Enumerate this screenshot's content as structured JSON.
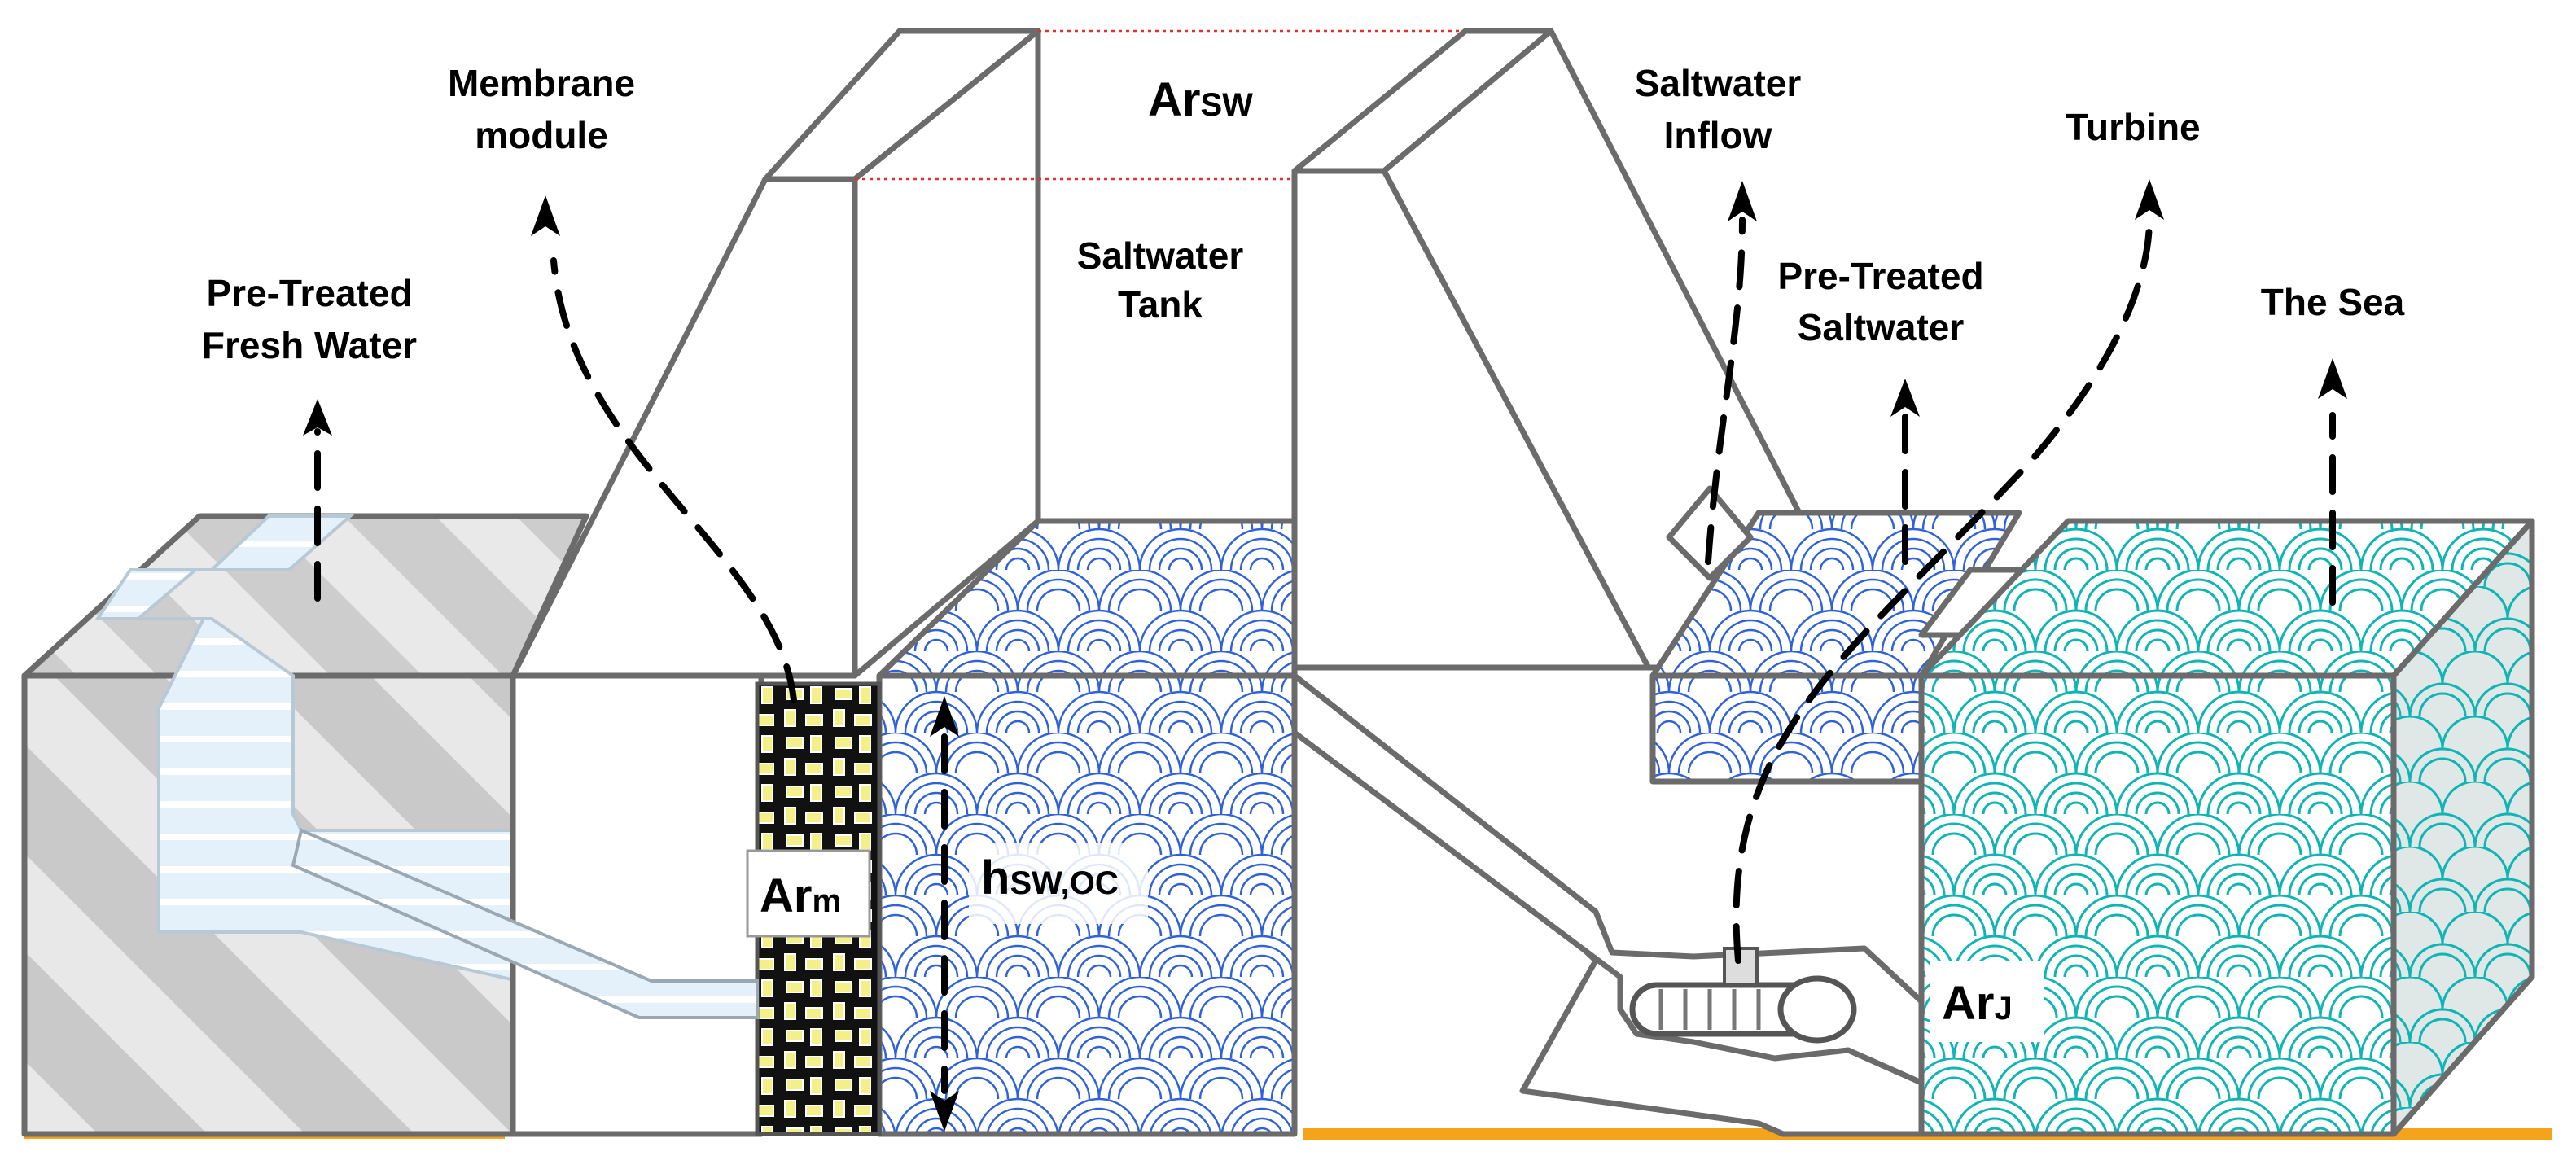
{
  "labels": {
    "membrane_module": [
      "Membrane",
      "module"
    ],
    "pretreated_fresh_water": [
      "Pre-Treated",
      "Fresh Water"
    ],
    "saltwater_tank": [
      "Saltwater",
      "Tank"
    ],
    "saltwater_inflow": [
      "Saltwater",
      "Inflow"
    ],
    "turbine": "Turbine",
    "pretreated_saltwater": [
      "Pre-Treated",
      "Saltwater"
    ],
    "the_sea": "The Sea"
  },
  "symbols": {
    "area_saltwater": {
      "main": "Ar",
      "sub": "SW"
    },
    "area_membrane": {
      "main": "Ar",
      "sub": "m"
    },
    "height_saltwater": {
      "main": "h",
      "sub": "SW,OC"
    },
    "area_junction": {
      "main": "Ar",
      "sub": "J"
    }
  },
  "colors": {
    "outline": "#6b6b6b",
    "saltwater_pattern": "#2f62d8",
    "sea_pattern": "#0fb4b4",
    "fresh_water": "#e4f1fb",
    "ground": "#f5a31a",
    "projection_guide": "#e03030",
    "membrane_fill": "#111111",
    "membrane_pores": "#f3f08a"
  }
}
